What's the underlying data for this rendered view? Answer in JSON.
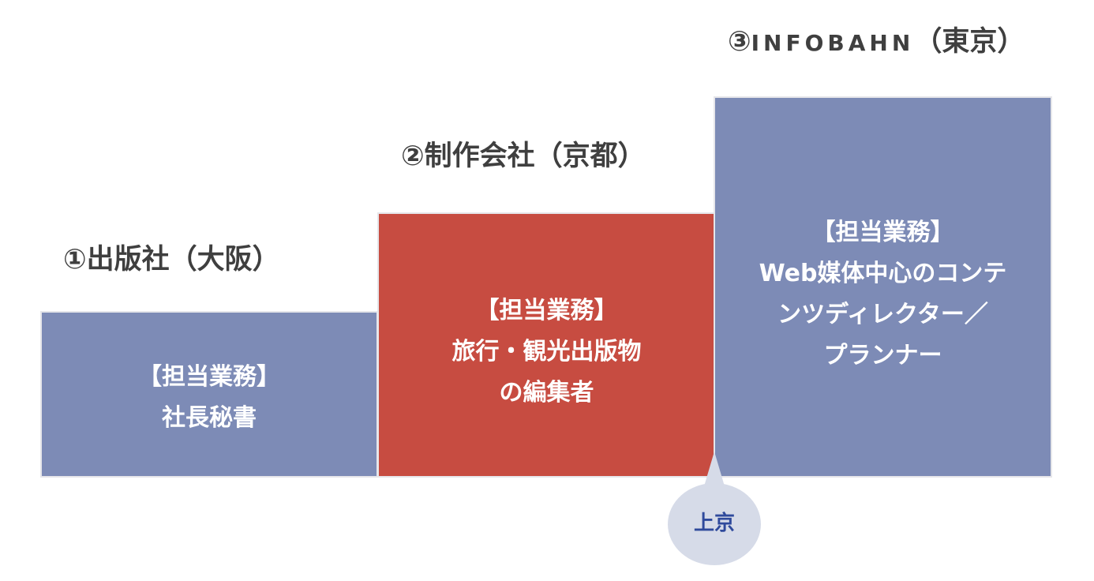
{
  "stages": [
    {
      "title": "①出版社（大阪）",
      "role_heading": "【担当業務】",
      "role_lines": [
        "社長秘書"
      ],
      "color": "#7d8bb6"
    },
    {
      "title": "②制作会社（京都）",
      "role_heading": "【担当業務】",
      "role_lines": [
        "旅行・観光出版物",
        "の編集者"
      ],
      "color": "#c74c41"
    },
    {
      "title_prefix": "③",
      "title_latin": "INFOBAHN",
      "title_suffix": "（東京）",
      "role_heading": "【担当業務】",
      "role_lines": [
        "Web媒体中心のコンテ",
        "ンツディレクター／",
        "プランナー"
      ],
      "color": "#7d8bb6"
    }
  ],
  "transition_bubble": {
    "label": "上京",
    "color": "#d6dbe8",
    "text_color": "#2f4a9c"
  }
}
